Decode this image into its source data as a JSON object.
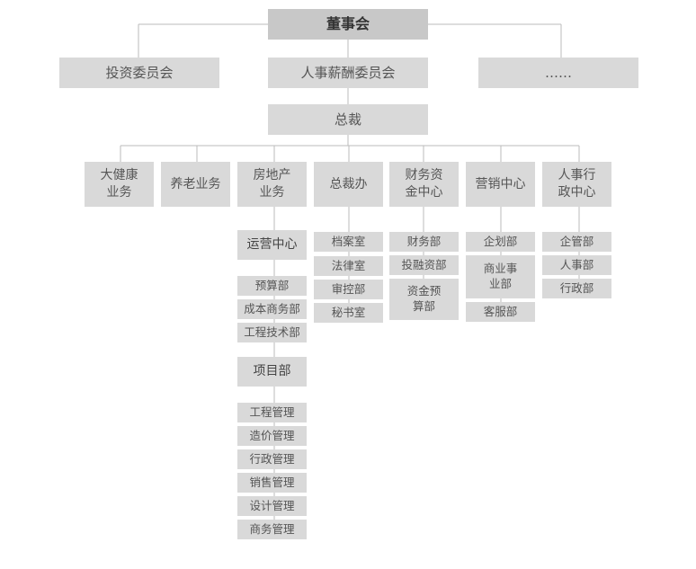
{
  "board": "董事会",
  "committees": [
    "投资委员会",
    "人事薪酬委员会",
    "……"
  ],
  "ceo": "总裁",
  "divisions": [
    "大健康\n业务",
    "养老业务",
    "房地产\n业务",
    "总裁办",
    "财务资\n金中心",
    "营销中心",
    "人事行\n政中心"
  ],
  "realestate": {
    "ops_center": "运营中心",
    "ops_depts": [
      "预算部",
      "成本商务部",
      "工程技术部"
    ],
    "project_dept": "项目部",
    "project_depts": [
      "工程管理",
      "造价管理",
      "行政管理",
      "销售管理",
      "设计管理",
      "商务管理"
    ]
  },
  "ceo_office_depts": [
    "档案室",
    "法律室",
    "审控部",
    "秘书室"
  ],
  "finance_depts": [
    "财务部",
    "投融资部",
    "资金预\n算部"
  ],
  "marketing_depts": [
    "企划部",
    "商业事\n业部",
    "客服部"
  ],
  "hr_depts": [
    "企管部",
    "人事部",
    "行政部"
  ]
}
